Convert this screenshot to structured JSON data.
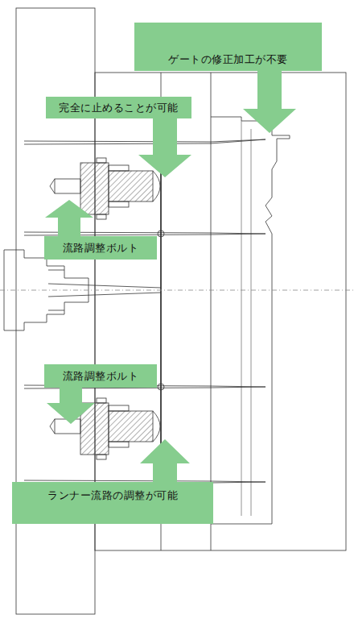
{
  "diagram": {
    "nodes": [
      {
        "text": [
          "ゲートの修正加工が不要"
        ]
      },
      {
        "text": [
          "完全に止めることが可能"
        ]
      },
      {
        "text": [
          "流路調整ボルト"
        ]
      },
      {
        "text": [
          "流路調整ボルト"
        ]
      },
      {
        "text": [
          "ランナー流路の調整が可能"
        ]
      }
    ]
  }
}
